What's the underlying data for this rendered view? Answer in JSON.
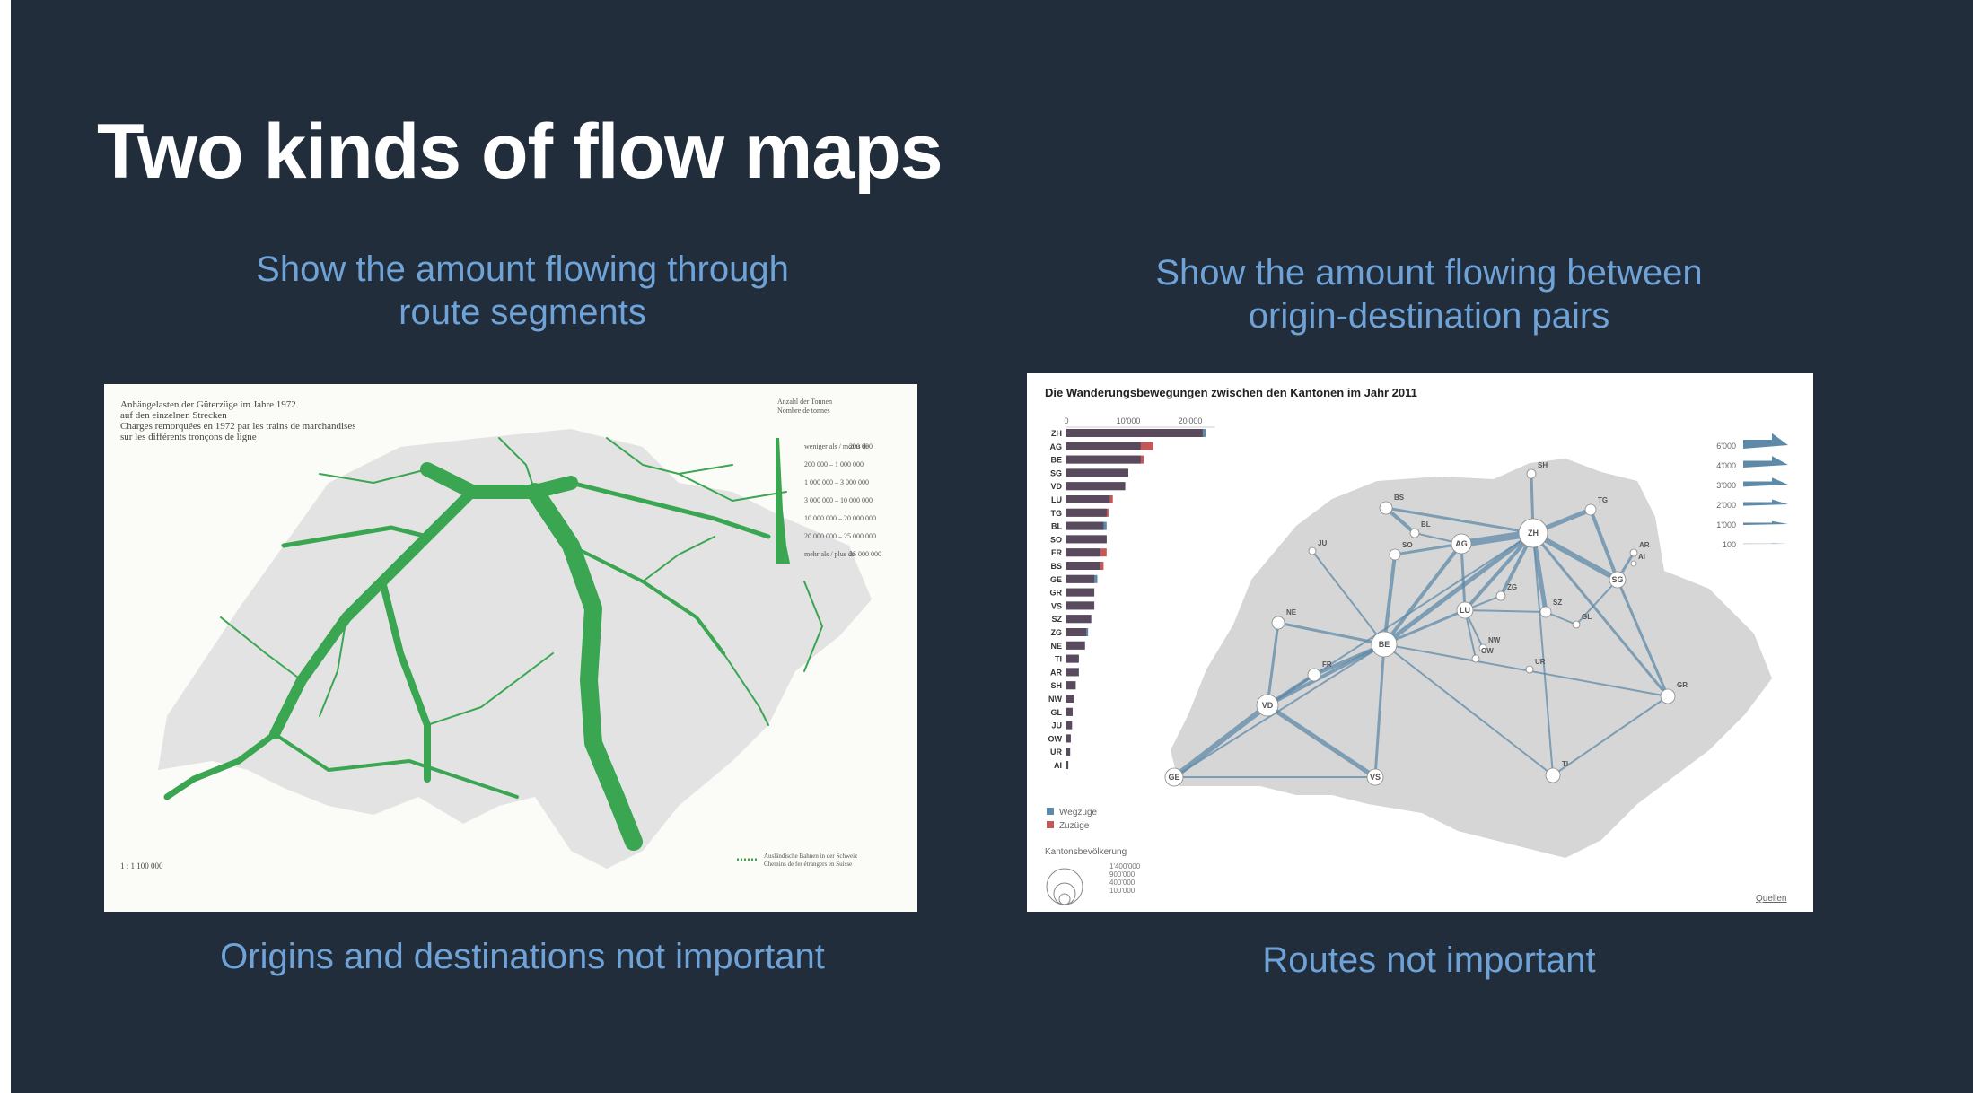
{
  "slide": {
    "title": "Two kinds of flow maps",
    "left": {
      "subtitle_line1": "Show the amount flowing through",
      "subtitle_line2": "route segments",
      "caption": "Origins and destinations not important",
      "map": {
        "title_lines": [
          "Anhängelasten der Güterzüge im Jahre 1972",
          "auf den einzelnen Strecken",
          "Charges remorquées en 1972 par les trains de marchandises",
          "sur les différents tronçons de ligne"
        ],
        "legend_title_lines": [
          "Anzahl der Tonnen",
          "Nombre de tonnes"
        ],
        "legend_rows": [
          {
            "label": "weniger als / moins de",
            "value": "200 000"
          },
          {
            "label": "200 000 – 1 000 000",
            "value": ""
          },
          {
            "label": "1 000 000 – 3 000 000",
            "value": ""
          },
          {
            "label": "3 000 000 – 10 000 000",
            "value": ""
          },
          {
            "label": "10 000 000 – 20 000 000",
            "value": ""
          },
          {
            "label": "20 000 000 – 25 000 000",
            "value": ""
          },
          {
            "label": "mehr als / plus de",
            "value": "25 000 000"
          }
        ],
        "scale": "1 : 1 100 000",
        "footnote_lines": [
          "Ausländische Bahnen in der Schweiz",
          "Chemins de fer étrangers en Suisse"
        ],
        "route_color": "#3aa651"
      }
    },
    "right": {
      "subtitle_line1": "Show the amount flowing between",
      "subtitle_line2": "origin-destination pairs",
      "caption": "Routes not important",
      "map": {
        "title": "Die Wanderungsbewegungen zwischen den Kantonen im Jahr 2011",
        "legend_wegzuege": "Wegzüge",
        "legend_zuzuege": "Zuzüge",
        "population_title": "Kantonsbevölkerung",
        "population_values": [
          "1'400'000",
          "900'000",
          "400'000",
          "100'000"
        ],
        "sources_link": "Quellen",
        "arrow_legend": [
          "6'000",
          "4'000",
          "3'000",
          "2'000",
          "1'000",
          "100"
        ],
        "flow_color": "#5d8aa8",
        "wegzuege_color": "#5a4a5e",
        "zuzuege_color": "#c45858",
        "cantons": [
          "ZH",
          "AG",
          "BE",
          "SG",
          "VD",
          "LU",
          "TG",
          "BL",
          "SO",
          "FR",
          "BS",
          "GE",
          "GR",
          "VS",
          "SZ",
          "ZG",
          "NE",
          "TI",
          "AR",
          "SH",
          "NW",
          "GL",
          "JU",
          "OW",
          "UR",
          "AI"
        ],
        "chart_data": {
          "type": "bar",
          "title": "Die Wanderungsbewegungen zwischen den Kantonen im Jahr 2011",
          "categories": [
            "ZH",
            "AG",
            "BE",
            "SG",
            "VD",
            "LU",
            "TG",
            "BL",
            "SO",
            "FR",
            "BS",
            "GE",
            "GR",
            "VS",
            "SZ",
            "ZG",
            "NE",
            "TI",
            "AR",
            "SH",
            "NW",
            "GL",
            "JU",
            "OW",
            "UR",
            "AI"
          ],
          "x_ticks": [
            "0",
            "10'000",
            "20'000"
          ],
          "xlim": [
            0,
            24000
          ],
          "series": [
            {
              "name": "Wegzüge",
              "values": [
                22500,
                12000,
                12000,
                10000,
                9500,
                7000,
                6500,
                6500,
                6500,
                5500,
                5500,
                5000,
                4500,
                4500,
                4000,
                3500,
                3000,
                2000,
                2000,
                1500,
                1200,
                1000,
                900,
                700,
                600,
                300
              ]
            },
            {
              "name": "Zuzüge",
              "values": [
                22000,
                14000,
                12500,
                10000,
                9500,
                7500,
                6800,
                6000,
                6500,
                6500,
                6000,
                4500,
                4500,
                4500,
                4000,
                3200,
                3000,
                2000,
                2000,
                1500,
                1200,
                1000,
                900,
                700,
                600,
                300
              ]
            }
          ]
        }
      }
    }
  }
}
